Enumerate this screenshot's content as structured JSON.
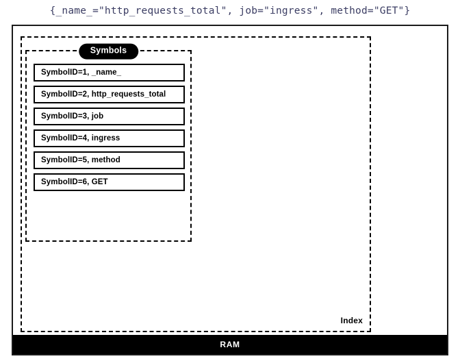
{
  "title": {
    "query": "{_name_=\"http_requests_total\", job=\"ingress\", method=\"GET\"}",
    "color": "#3b3d63"
  },
  "memory": {
    "ram_label": "RAM",
    "ram_background": "#000000",
    "ram_text_color": "#ffffff",
    "border_color": "#1a1a1a"
  },
  "index": {
    "label": "Index",
    "border_style": "dashed",
    "border_color": "#000000"
  },
  "symbols": {
    "badge_label": "Symbols",
    "badge_background": "#000000",
    "badge_text_color": "#ffffff",
    "border_style": "dashed",
    "border_color": "#000000",
    "rows": [
      {
        "label": "SymbolID=1, _name_",
        "id": 1,
        "value": "_name_"
      },
      {
        "label": "SymbolID=2, http_requests_total",
        "id": 2,
        "value": "http_requests_total"
      },
      {
        "label": "SymbolID=3, job",
        "id": 3,
        "value": "job"
      },
      {
        "label": "SymbolID=4, ingress",
        "id": 4,
        "value": "ingress"
      },
      {
        "label": "SymbolID=5, method",
        "id": 5,
        "value": "method"
      },
      {
        "label": "SymbolID=6, GET",
        "id": 6,
        "value": "GET"
      }
    ]
  }
}
